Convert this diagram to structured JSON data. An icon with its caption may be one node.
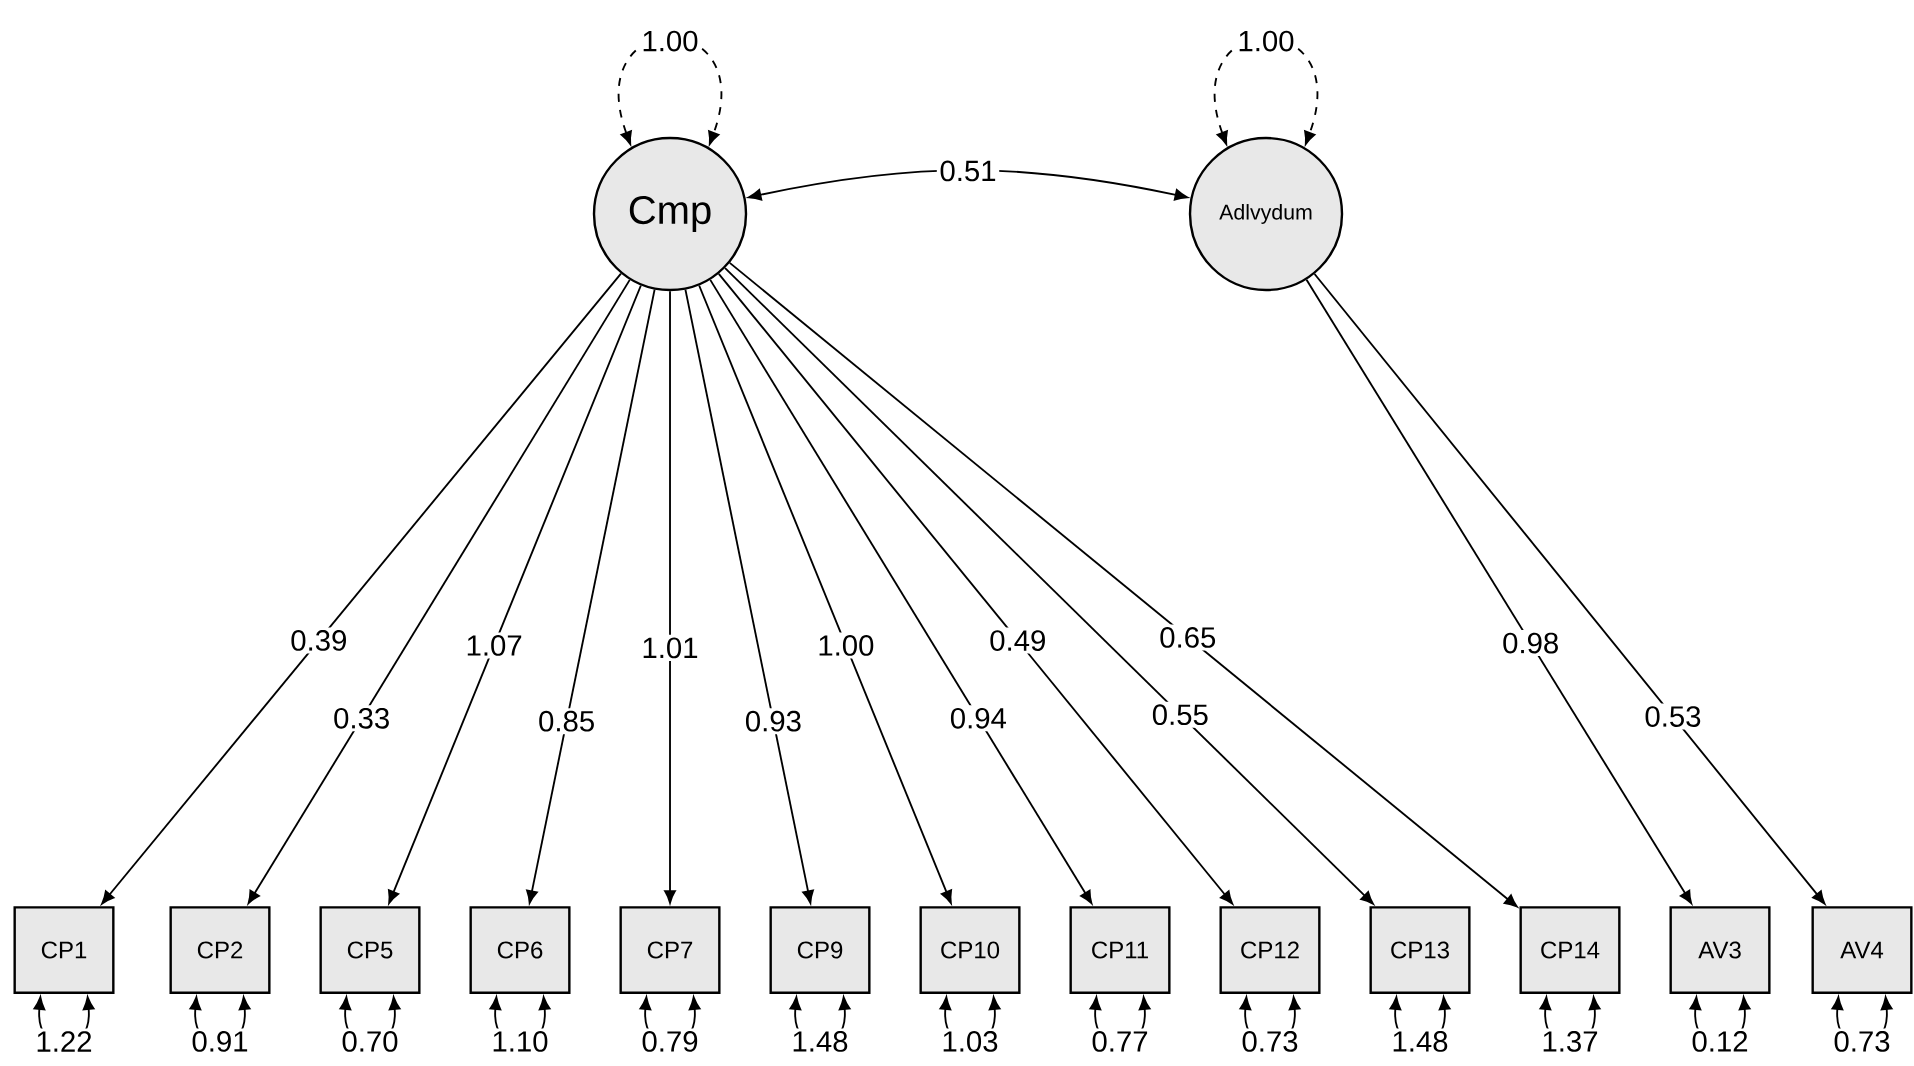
{
  "diagram": {
    "nodes": [
      {
        "text": [
          "Cmp"
        ]
      },
      {
        "text": [
          "Adlvydum"
        ]
      },
      {
        "text": [
          "CP1"
        ]
      },
      {
        "text": [
          "CP2"
        ]
      },
      {
        "text": [
          "CP5"
        ]
      },
      {
        "text": [
          "CP6"
        ]
      },
      {
        "text": [
          "CP7"
        ]
      },
      {
        "text": [
          "CP9"
        ]
      },
      {
        "text": [
          "CP10"
        ]
      },
      {
        "text": [
          "CP11"
        ]
      },
      {
        "text": [
          "CP12"
        ]
      },
      {
        "text": [
          "CP13"
        ]
      },
      {
        "text": [
          "CP14"
        ]
      },
      {
        "text": [
          "AV3"
        ]
      },
      {
        "text": [
          "AV4"
        ]
      }
    ],
    "edges": [
      {
        "from": 0,
        "to": 0,
        "arrow": "both",
        "style": "dashed",
        "label": "1.00"
      },
      {
        "from": 1,
        "to": 1,
        "arrow": "both",
        "style": "dashed",
        "label": "1.00"
      },
      {
        "from": 0,
        "to": 1,
        "arrow": "both",
        "label": "0.51"
      },
      {
        "from": 0,
        "to": 2,
        "arrow": "to",
        "label": "0.39"
      },
      {
        "from": 0,
        "to": 3,
        "arrow": "to",
        "label": "0.33"
      },
      {
        "from": 0,
        "to": 4,
        "arrow": "to",
        "label": "1.07"
      },
      {
        "from": 0,
        "to": 5,
        "arrow": "to",
        "label": "0.85"
      },
      {
        "from": 0,
        "to": 6,
        "arrow": "to",
        "label": "1.01"
      },
      {
        "from": 0,
        "to": 7,
        "arrow": "to",
        "label": "0.93"
      },
      {
        "from": 0,
        "to": 8,
        "arrow": "to",
        "label": "1.00"
      },
      {
        "from": 0,
        "to": 9,
        "arrow": "to",
        "label": "0.94"
      },
      {
        "from": 0,
        "to": 10,
        "arrow": "to",
        "label": "0.49"
      },
      {
        "from": 0,
        "to": 11,
        "arrow": "to",
        "label": "0.55"
      },
      {
        "from": 0,
        "to": 12,
        "arrow": "to",
        "label": "0.65"
      },
      {
        "from": 1,
        "to": 13,
        "arrow": "to",
        "label": "0.98"
      },
      {
        "from": 1,
        "to": 14,
        "arrow": "to",
        "label": "0.53"
      },
      {
        "from": 2,
        "to": 2,
        "arrow": "both",
        "label": "1.22"
      },
      {
        "from": 3,
        "to": 3,
        "arrow": "both",
        "label": "0.91"
      },
      {
        "from": 4,
        "to": 4,
        "arrow": "both",
        "label": "0.70"
      },
      {
        "from": 5,
        "to": 5,
        "arrow": "both",
        "label": "1.10"
      },
      {
        "from": 6,
        "to": 6,
        "arrow": "both",
        "label": "0.79"
      },
      {
        "from": 7,
        "to": 7,
        "arrow": "both",
        "label": "1.48"
      },
      {
        "from": 8,
        "to": 8,
        "arrow": "both",
        "label": "1.03"
      },
      {
        "from": 9,
        "to": 9,
        "arrow": "both",
        "label": "0.77"
      },
      {
        "from": 10,
        "to": 10,
        "arrow": "both",
        "label": "0.73"
      },
      {
        "from": 11,
        "to": 11,
        "arrow": "both",
        "label": "1.48"
      },
      {
        "from": 12,
        "to": 12,
        "arrow": "both",
        "label": "1.37"
      },
      {
        "from": 13,
        "to": 13,
        "arrow": "both",
        "label": "0.12"
      },
      {
        "from": 14,
        "to": 14,
        "arrow": "both",
        "label": "0.73"
      }
    ]
  }
}
